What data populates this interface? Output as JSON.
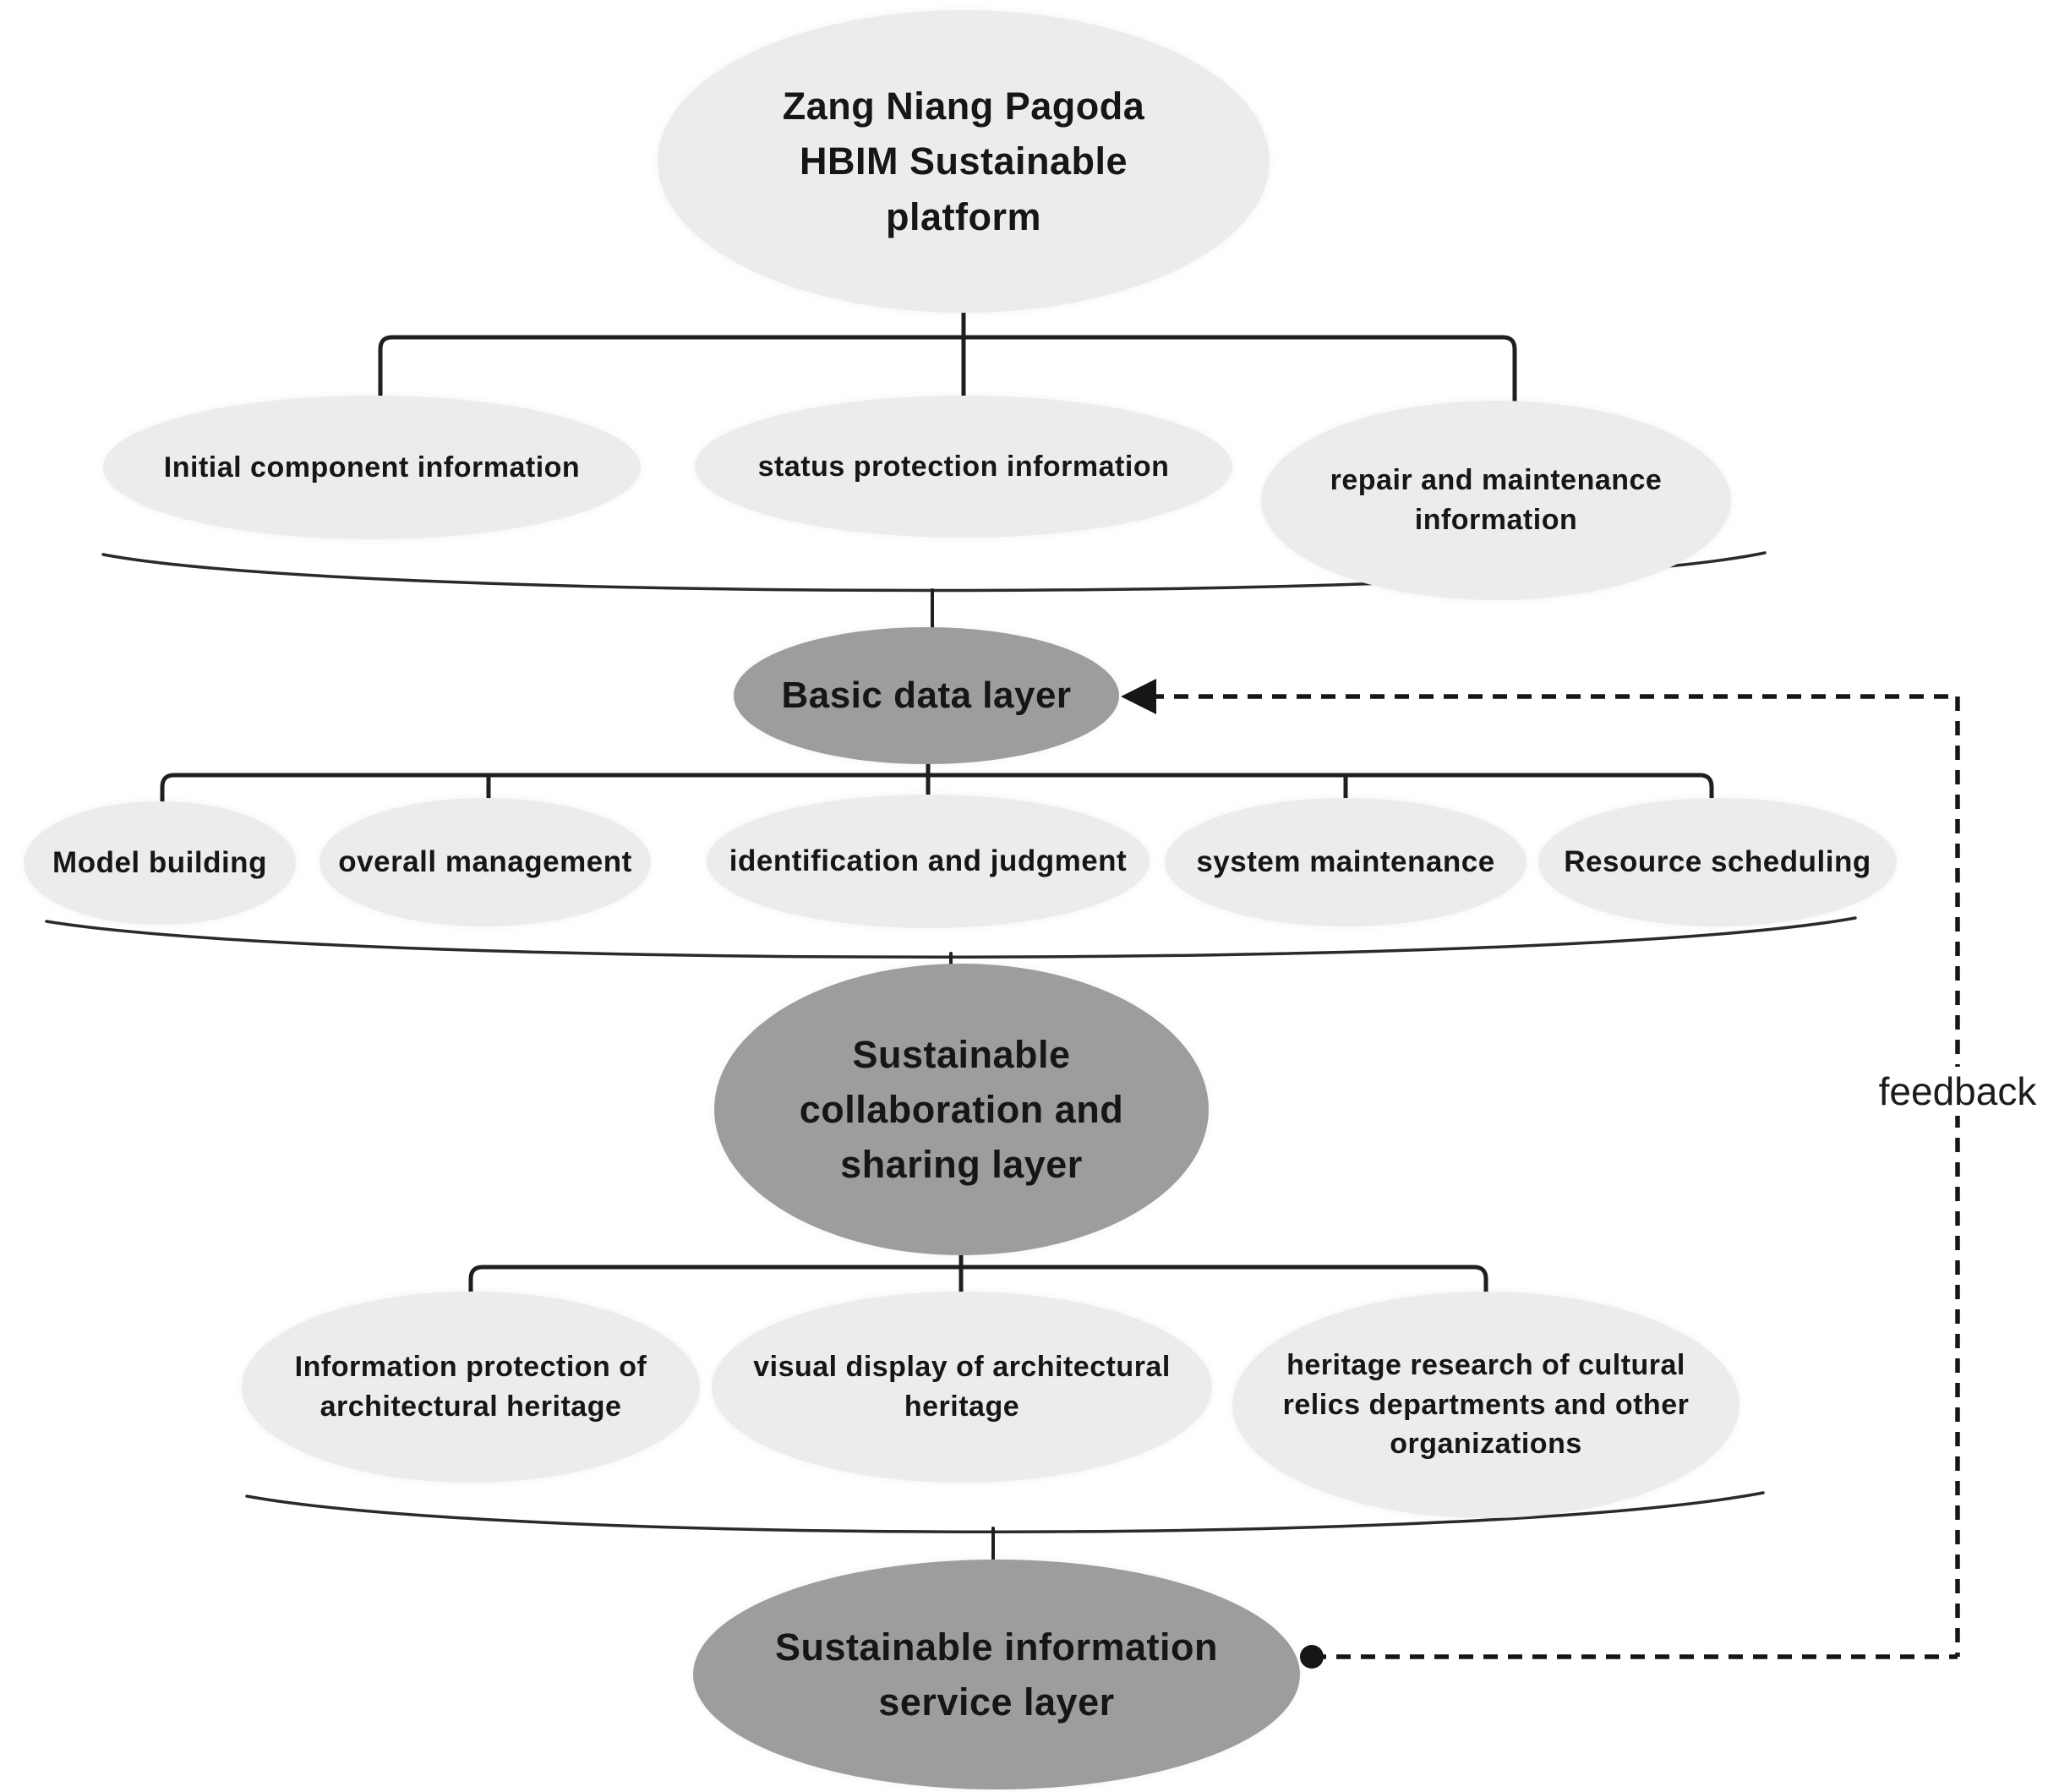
{
  "colors": {
    "light_node": "#ececec",
    "dark_node": "#9d9d9d",
    "line": "#1f1f1f",
    "text": "#161616"
  },
  "nodes": {
    "platform": {
      "label": [
        "Zang Niang Pagoda",
        "HBIM Sustainable",
        "platform"
      ]
    },
    "initial": {
      "label": "Initial component information"
    },
    "status": {
      "label": "status protection information"
    },
    "repair": {
      "label": [
        "repair and maintenance",
        "information"
      ]
    },
    "basic": {
      "label": "Basic data layer"
    },
    "model": {
      "label": "Model building"
    },
    "overall": {
      "label": "overall management"
    },
    "identification": {
      "label": "identification and judgment"
    },
    "system": {
      "label": "system maintenance"
    },
    "resource": {
      "label": "Resource scheduling"
    },
    "collaboration": {
      "label": [
        "Sustainable",
        "collaboration and",
        "sharing layer"
      ]
    },
    "info_protection": {
      "label": [
        "Information protection of",
        "architectural heritage"
      ]
    },
    "visual_display": {
      "label": [
        "visual display of architectural",
        "heritage"
      ]
    },
    "heritage_research": {
      "label": [
        "heritage research of cultural",
        "relics departments and other",
        "organizations"
      ]
    },
    "service": {
      "label": [
        "Sustainable information",
        "service layer"
      ]
    }
  },
  "annotations": {
    "feedback": "feedback"
  }
}
